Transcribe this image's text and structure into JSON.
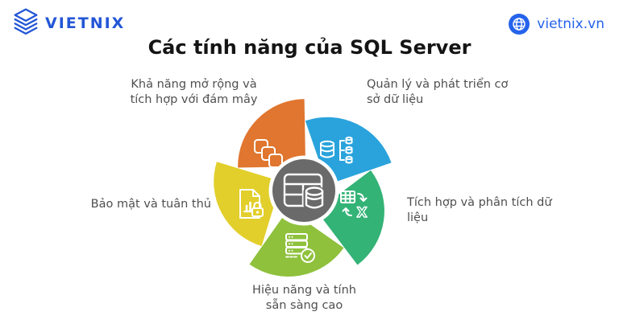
{
  "header": {
    "logo_text": "VIETNIX",
    "logo_color": "#2356d6",
    "site_label": "vietnix.vn",
    "site_color": "#2563eb"
  },
  "title": {
    "text": "Các tính năng của SQL Server",
    "color": "#141414"
  },
  "diagram": {
    "center_color": "#6a6a6a",
    "center_icon": "sql-table-database-icon",
    "label_color": "#4f4f4f",
    "segments": [
      {
        "id": "cloud-scalability",
        "label": "Khả năng mở rộng và tích hợp với đám mây",
        "color": "#e0762f",
        "icon": "stacked-squares-icon",
        "position": "top-left"
      },
      {
        "id": "database-management",
        "label": "Quản lý và phát triển cơ sở dữ liệu",
        "color": "#2aa3dc",
        "icon": "database-tree-icon",
        "position": "top-right"
      },
      {
        "id": "data-integration",
        "label": "Tích hợp và phân tích dữ liệu",
        "color": "#33b376",
        "icon": "table-export-icon",
        "position": "right"
      },
      {
        "id": "performance",
        "label": "Hiệu năng và tính sẵn sàng cao",
        "color": "#8fc13d",
        "icon": "server-check-icon",
        "position": "bottom"
      },
      {
        "id": "security",
        "label": "Bảo mật và tuân thủ",
        "color": "#e2cf2b",
        "icon": "document-lock-icon",
        "position": "left"
      }
    ]
  }
}
